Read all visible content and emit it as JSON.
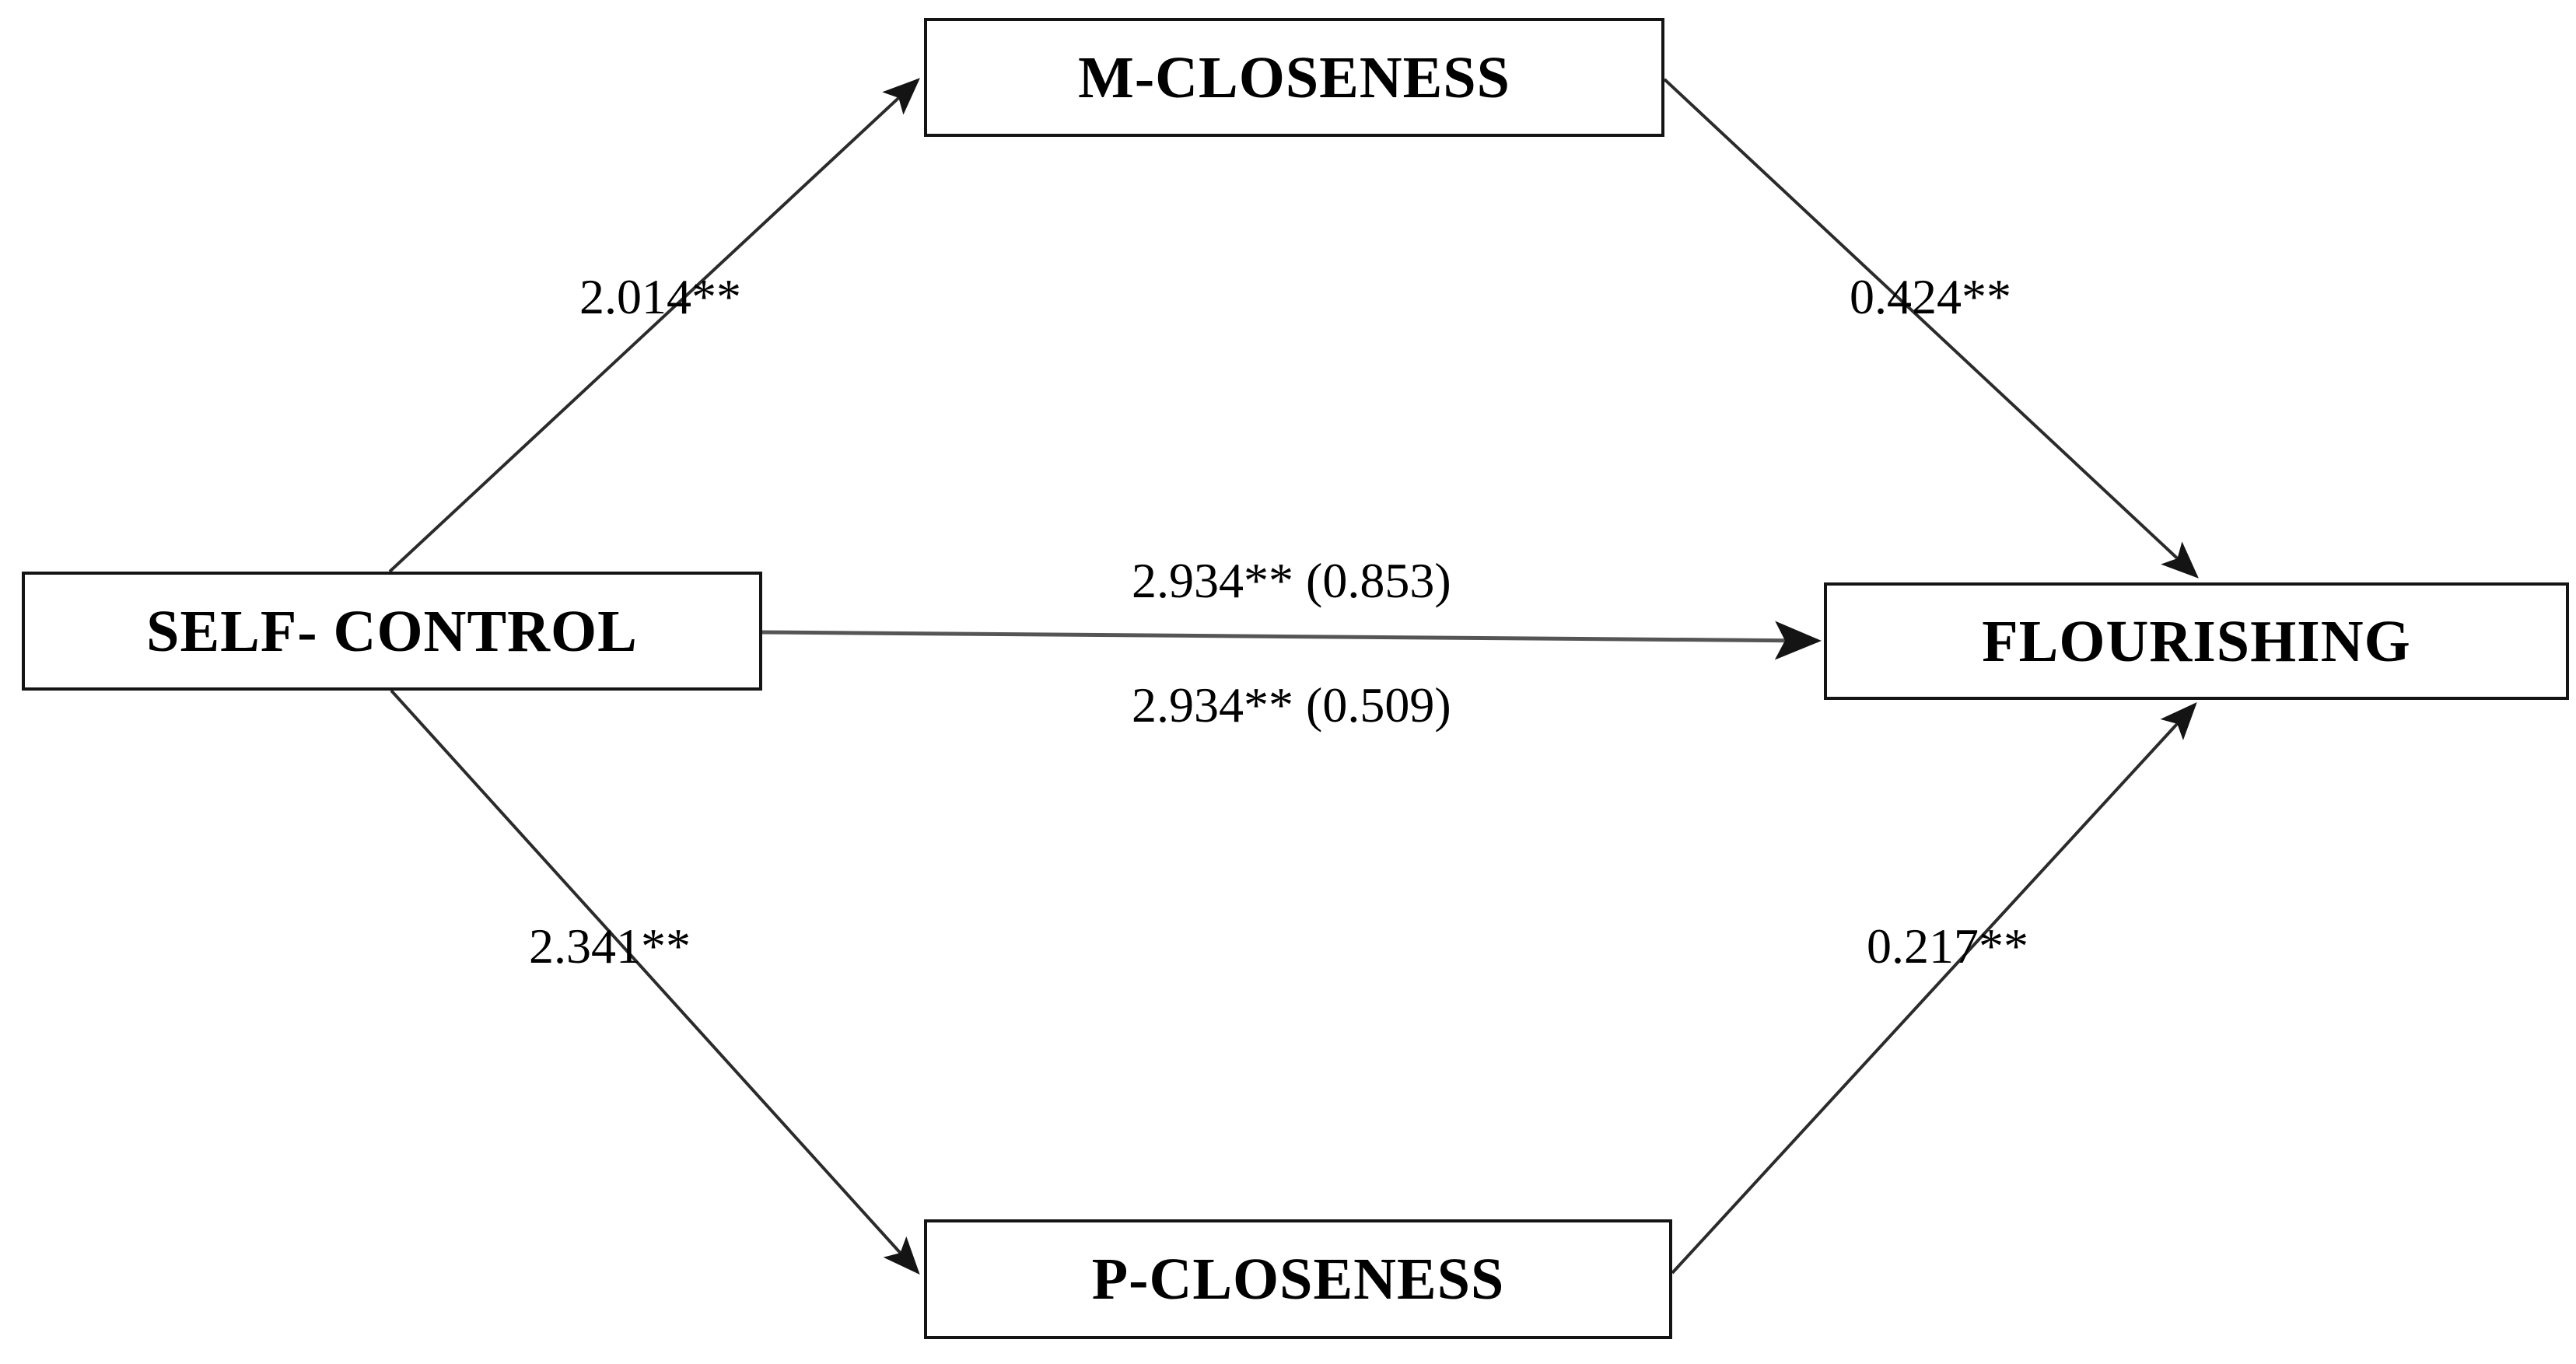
{
  "diagram": {
    "type": "path-model-mediation-diagram",
    "nodes": [
      {
        "id": "self-control",
        "label": "SELF- CONTROL",
        "role": "predictor"
      },
      {
        "id": "m-closeness",
        "label": "M-CLOSENESS",
        "role": "mediator"
      },
      {
        "id": "p-closeness",
        "label": "P-CLOSENESS",
        "role": "mediator"
      },
      {
        "id": "flourishing",
        "label": "FLOURISHING",
        "role": "outcome"
      }
    ],
    "edges": [
      {
        "id": "sc-mc",
        "from": "self-control",
        "to": "m-closeness",
        "label": "2.014**"
      },
      {
        "id": "mc-fl",
        "from": "m-closeness",
        "to": "flourishing",
        "label": "0.424**"
      },
      {
        "id": "sc-pc",
        "from": "self-control",
        "to": "p-closeness",
        "label": "2.341**"
      },
      {
        "id": "pc-fl",
        "from": "p-closeness",
        "to": "flourishing",
        "label": "0.217**"
      },
      {
        "id": "sc-fl-total",
        "from": "self-control",
        "to": "flourishing",
        "label": "2.934** (0.853)"
      },
      {
        "id": "sc-fl-direct",
        "from": "self-control",
        "to": "flourishing",
        "label": "2.934** (0.509)"
      }
    ],
    "colors": {
      "stroke": "#141414",
      "line": "#2b2b2b",
      "text": "#000000",
      "background": "#ffffff"
    }
  }
}
